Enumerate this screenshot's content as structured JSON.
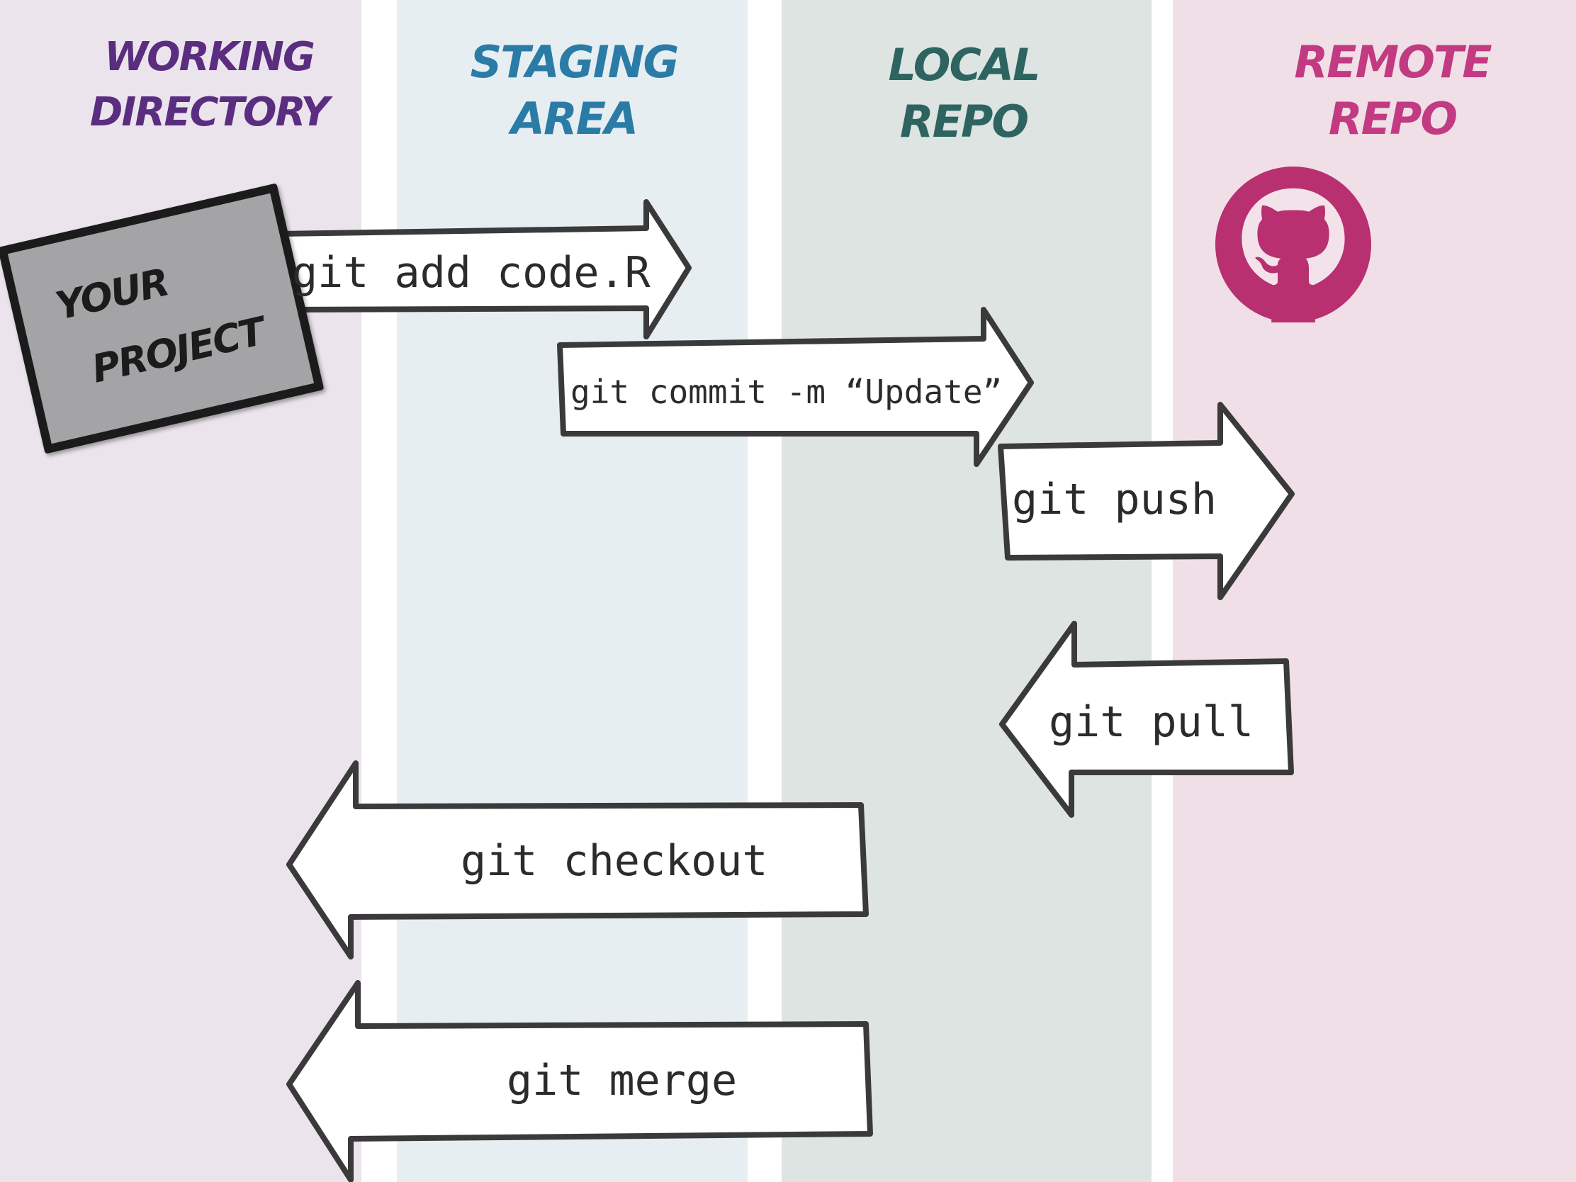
{
  "columns": {
    "working": {
      "line1": "Working",
      "line2": "Directory"
    },
    "staging": {
      "line1": "Staging",
      "line2": "Area"
    },
    "local": {
      "line1": "Local",
      "line2": "Repo"
    },
    "remote": {
      "line1": "Remote",
      "line2": "Repo"
    }
  },
  "project": {
    "line1": "Your",
    "line2": "Project"
  },
  "commands": {
    "add": "git add code.R",
    "commit": "git commit -m “Update”",
    "push": "git push",
    "pull": "git pull",
    "checkout": "git checkout",
    "merge": "git merge"
  },
  "colors": {
    "working": "#5a2d80",
    "staging": "#2a7ca6",
    "local": "#2e6460",
    "remote": "#c23a82",
    "github_logo": "#b8306f"
  },
  "icons": {
    "remote_logo": "github-octocat-icon"
  }
}
